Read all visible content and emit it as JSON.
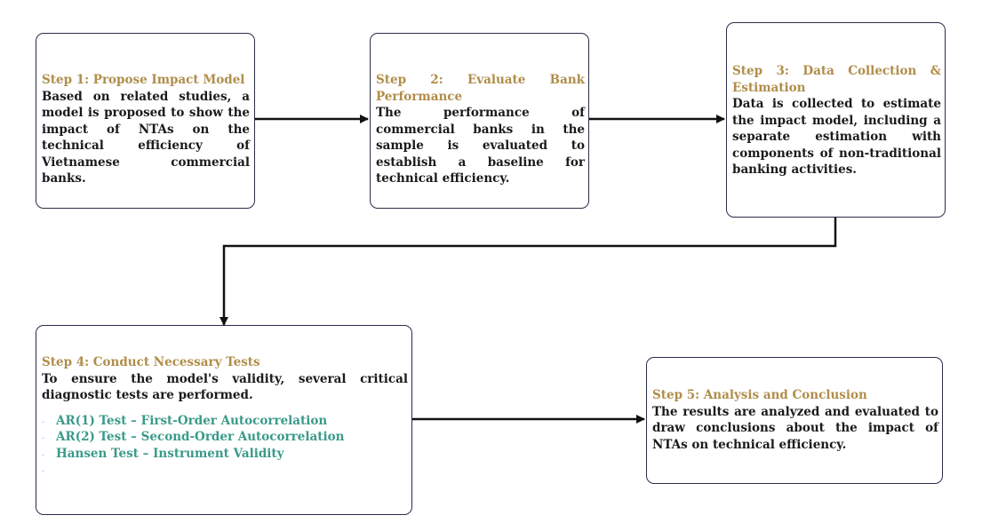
{
  "steps": {
    "s1": {
      "title": "Step 1: Propose Impact Model",
      "body": "Based on related studies, a model is proposed to show the impact of NTAs on the technical efficiency of Vietnamese commercial banks."
    },
    "s2": {
      "title": "Step 2: Evaluate Bank Performance",
      "body": "The performance of commercial banks in the sample is evaluated to establish a baseline for technical efficiency."
    },
    "s3": {
      "title": "Step 3: Data Collection & Estimation",
      "body": "Data is collected to estimate the impact model, including a separate estimation with components of non-traditional banking activities."
    },
    "s4": {
      "title": "Step 4: Conduct Necessary Tests",
      "body": "To ensure the model's validity, several critical diagnostic tests are performed.",
      "tests": [
        "AR(1) Test – First-Order Autocorrelation",
        "AR(2) Test – Second-Order Autocorrelation",
        "Hansen Test – Instrument Validity"
      ]
    },
    "s5": {
      "title": "Step 5: Analysis and Conclusion",
      "body": "The results are analyzed and evaluated to draw conclusions about the impact of NTAs on technical efficiency."
    }
  },
  "colors": {
    "title": "#b08d4a",
    "test_item": "#3a9a8a",
    "border": "#2a2d4a",
    "text": "#1a1a1a"
  }
}
